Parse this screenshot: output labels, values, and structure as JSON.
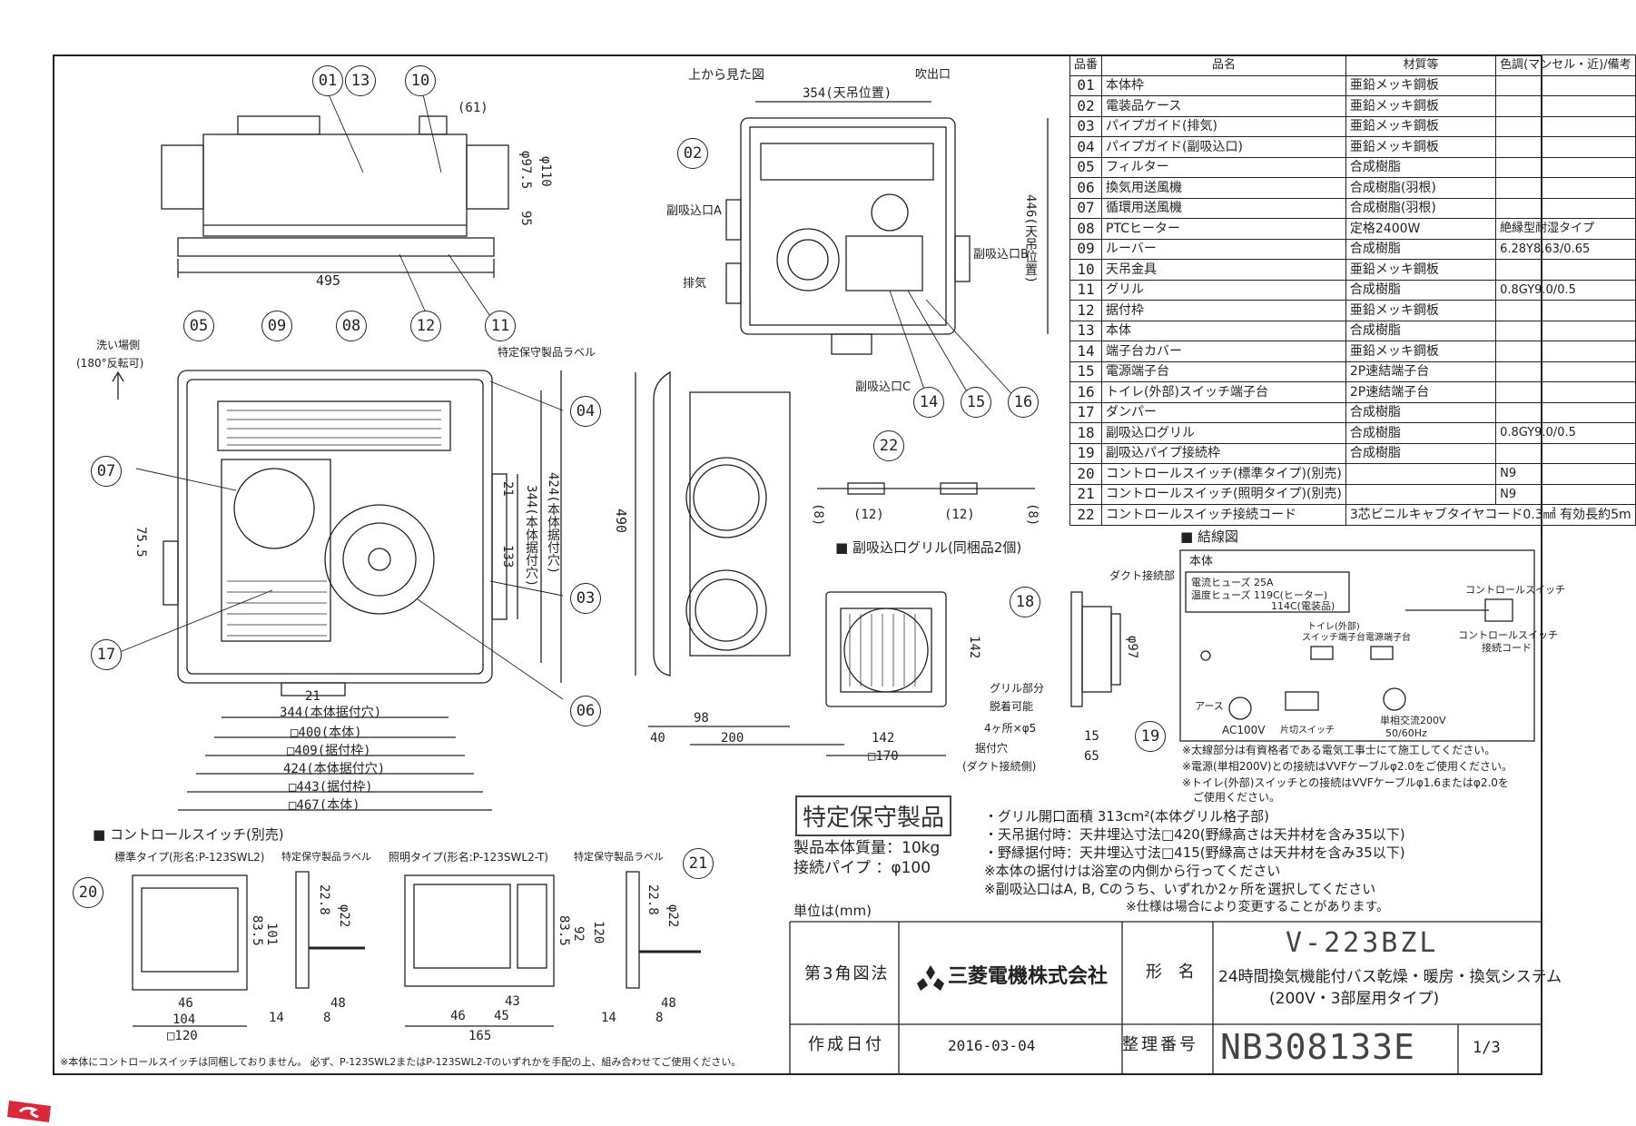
{
  "views": {
    "top_view_label": "上から見た図",
    "outlet_label": "吹出口",
    "intake_a": "副吸込口A",
    "intake_b": "副吸込口B",
    "intake_c": "副吸込口C",
    "exhaust": "排気",
    "wash_side": "洗い場側",
    "wash_side_note": "(180°反転可)",
    "label_note": "特定保守製品ラベル",
    "sub_grille_title": "副吸込口グリル(同梱品2個)",
    "duct_connection": "ダクト接続部",
    "grille_removable_1": "グリル部分",
    "grille_removable_2": "脱着可能",
    "holes_4": "4ヶ所×φ5",
    "install_hole_1": "据付穴",
    "install_hole_2": "(ダクト接続側)"
  },
  "dims": {
    "d354": "354(天吊位置)",
    "d446": "446(天吊位置)",
    "d61": "(61)",
    "d97_5": "φ97.5",
    "d110": "φ110",
    "d95": "95",
    "d495": "495",
    "d21a": "21",
    "d344v": "344(本体据付穴)",
    "d424v": "424(本体据付穴)",
    "d133": "133",
    "d75_5": "75.5",
    "d21b": "21",
    "d344": "344(本体据付穴)",
    "d400": "□400(本体)",
    "d409": "□409(据付枠)",
    "d424": "424(本体据付穴)",
    "d443": "□443(据付枠)",
    "d467": "□467(本体)",
    "d490": "490",
    "d98": "98",
    "d40": "40",
    "d200": "200",
    "d8a": "(8)",
    "d12a": "(12)",
    "d12b": "(12)",
    "d8b": "(8)",
    "d142h": "142",
    "d142": "142",
    "d170": "□170",
    "d97": "φ97",
    "d15": "15",
    "d65": "65"
  },
  "parts_table": {
    "headers": [
      "品番",
      "品名",
      "材質等",
      "色調(マンセル・近)/備考"
    ],
    "rows": [
      [
        "01",
        "本体枠",
        "亜鉛メッキ鋼板",
        ""
      ],
      [
        "02",
        "電装品ケース",
        "亜鉛メッキ鋼板",
        ""
      ],
      [
        "03",
        "パイプガイド(排気)",
        "亜鉛メッキ鋼板",
        ""
      ],
      [
        "04",
        "パイプガイド(副吸込口)",
        "亜鉛メッキ鋼板",
        ""
      ],
      [
        "05",
        "フィルター",
        "合成樹脂",
        ""
      ],
      [
        "06",
        "換気用送風機",
        "合成樹脂(羽根)",
        ""
      ],
      [
        "07",
        "循環用送風機",
        "合成樹脂(羽根)",
        ""
      ],
      [
        "08",
        "PTCヒーター",
        "定格2400W",
        "絶縁型耐湿タイプ"
      ],
      [
        "09",
        "ルーバー",
        "合成樹脂",
        "6.28Y8.63/0.65"
      ],
      [
        "10",
        "天吊金具",
        "亜鉛メッキ鋼板",
        ""
      ],
      [
        "11",
        "グリル",
        "合成樹脂",
        "0.8GY9.0/0.5"
      ],
      [
        "12",
        "据付枠",
        "亜鉛メッキ鋼板",
        ""
      ],
      [
        "13",
        "本体",
        "合成樹脂",
        ""
      ],
      [
        "14",
        "端子台カバー",
        "亜鉛メッキ鋼板",
        ""
      ],
      [
        "15",
        "電源端子台",
        "2P速結端子台",
        ""
      ],
      [
        "16",
        "トイレ(外部)スイッチ端子台",
        "2P速結端子台",
        ""
      ],
      [
        "17",
        "ダンパー",
        "合成樹脂",
        ""
      ],
      [
        "18",
        "副吸込口グリル",
        "合成樹脂",
        "0.8GY9.0/0.5"
      ],
      [
        "19",
        "副吸込パイプ接続枠",
        "合成樹脂",
        ""
      ],
      [
        "20",
        "コントロールスイッチ(標準タイプ)(別売)",
        "",
        "N9"
      ],
      [
        "21",
        "コントロールスイッチ(照明タイプ)(別売)",
        "",
        "N9"
      ],
      [
        "22",
        "コントロールスイッチ接続コード",
        "3芯ビニルキャブタイヤコード0.3㎟ 有効長約5m",
        ""
      ]
    ]
  },
  "wiring": {
    "title": "結線図",
    "body": "本体",
    "fuse1": "電流ヒューズ 25A",
    "fuse2a": "温度ヒューズ 119C(ヒーター)",
    "fuse2b": "114C(電装品)",
    "earth": "アース",
    "toilet_terminal_1": "トイレ(外部)",
    "toilet_terminal_2": "スイッチ端子台",
    "power_terminal": "電源端子台",
    "ac100": "AC100V",
    "single_switch": "片切スイッチ",
    "single_phase_1": "単相交流200V",
    "single_phase_2": "50/60Hz",
    "control_switch": "コントロールスイッチ",
    "cs_cord_1": "コントロールスイッチ",
    "cs_cord_2": "接続コード",
    "note1": "※太線部分は有資格者である電気工事士にて施工してください。",
    "note2": "※電源(単相200V)との接続はVVFケーブルφ2.0をご使用ください。",
    "note3": "※トイレ(外部)スイッチとの接続はVVFケーブルφ1.6またはφ2.0を",
    "note3b": "ご使用ください。"
  },
  "specs": {
    "stamp": "特定保守製品",
    "mass": "製品本体質量：10kg",
    "pipe": "接続パイプ ：φ100",
    "grille_area": "・グリル開口面積 313cm²(本体グリル格子部)",
    "ceiling_hang": "・天吊据付時：天井埋込寸法□420(野縁高さは天井材を含み35以下)",
    "joist_install": "・野縁据付時：天井埋込寸法□415(野縁高さは天井材を含み35以下)",
    "note_inside": "※本体の据付けは浴室の内側から行ってください",
    "note_abc": "※副吸込口はA, B, Cのうち、いずれか2ヶ所を選択してください",
    "note_spec": "※仕様は場合により変更することがあります。",
    "unit": "単位は(mm)"
  },
  "control_switch": {
    "title": "コントロールスイッチ(別売)",
    "std_type": "標準タイプ(形名:P-123SWL2)",
    "std_label": "特定保守製品ラベル",
    "light_type": "照明タイプ(形名:P-123SWL2-T)",
    "light_label": "特定保守製品ラベル",
    "d83_5a": "83.5",
    "d101": "101",
    "d22_8a": "22.8",
    "d22a": "φ22",
    "d46a": "46",
    "d104": "104",
    "d120": "□120",
    "d48a": "48",
    "d14a": "14",
    "d8a": "8",
    "d83_5b": "83.5",
    "d92": "92",
    "d120v": "120",
    "d22_8b": "22.8",
    "d22b": "φ22",
    "d43": "43",
    "d46b": "46",
    "d45": "45",
    "d165": "165",
    "d14b": "14",
    "d8b": "8",
    "d48b": "48",
    "footer_note": "※本体にコントロールスイッチは同梱しておりません。 必ず、P-123SWL2またはP-123SWL2-Tのいずれかを手配の上、組み合わせてご使用ください。"
  },
  "title_block": {
    "projection": "第3角図法",
    "company": "三菱電機株式会社",
    "model_label": "形 名",
    "model": "V-223BZL",
    "desc1": "24時間換気機能付バス乾燥・暖房・換気システム",
    "desc2": "(200V・3部屋用タイプ)",
    "date_label": "作成日付",
    "date": "2016-03-04",
    "ref_label": "整理番号",
    "ref": "NB308133E",
    "page": "1/3"
  },
  "balloons": [
    "01",
    "13",
    "10",
    "02",
    "05",
    "09",
    "08",
    "12",
    "11",
    "04",
    "07",
    "03",
    "17",
    "06",
    "14",
    "15",
    "16",
    "22",
    "18",
    "19",
    "20",
    "21"
  ],
  "colors": {
    "line": "#222222",
    "accent_red": "#d9283a"
  }
}
